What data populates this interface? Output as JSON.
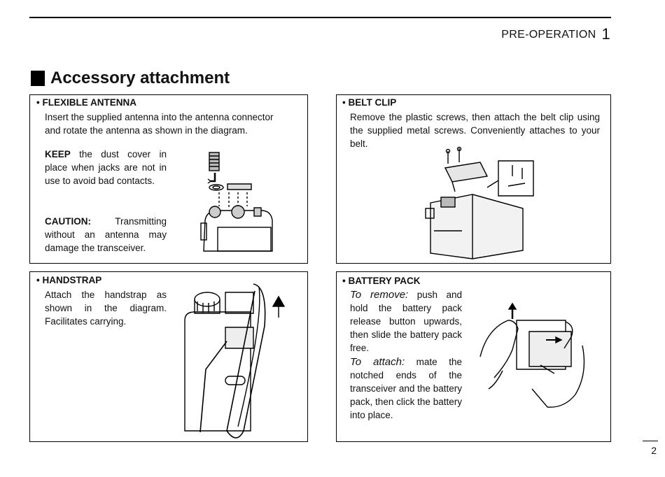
{
  "header": {
    "section": "PRE-OPERATION",
    "section_number": "1"
  },
  "page_title": "Accessory attachment",
  "flexible_antenna": {
    "heading": "• FLEXIBLE ANTENNA",
    "intro_line1": "Insert the supplied antenna into the antenna connector",
    "intro_line2": "and rotate the antenna as shown in the diagram.",
    "keep_label": "KEEP",
    "keep_text": "the dust cover in place when jacks are not in use to avoid bad contacts.",
    "caution_label": "CAUTION:",
    "caution_text": "Transmitting without an antenna may damage the transceiver."
  },
  "belt_clip": {
    "heading": "• BELT CLIP",
    "text": "Remove the plastic screws, then attach the belt clip using the supplied metal screws. Conveniently attaches to your belt."
  },
  "handstrap": {
    "heading": "• HANDSTRAP",
    "text": "Attach the handstrap as shown in the diagram. Facilitates carrying."
  },
  "battery_pack": {
    "heading": "• BATTERY PACK",
    "remove_label": "To remove:",
    "remove_text": "push and hold the battery pack release button upwards, then slide the battery pack free.",
    "attach_label": "To attach:",
    "attach_text": "mate the notched ends of the transceiver and the battery pack, then click the battery into place."
  },
  "page_number": "2"
}
